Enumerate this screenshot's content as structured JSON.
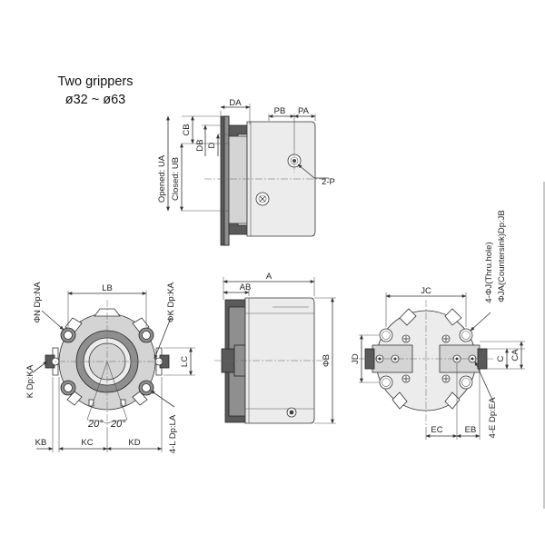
{
  "title": {
    "line1": "Two grippers",
    "line2": "ø32 ~ ø63"
  },
  "top_view": {
    "da": "DA",
    "pb": "PB",
    "pa": "PA",
    "cb": "CB",
    "db": "DB",
    "d": "D",
    "opened": "Opened: UA",
    "closed": "Closed: UB",
    "port": "2-P"
  },
  "left_view": {
    "lb": "LB",
    "n": "ΦN Dp:NA",
    "k_top": "ΦK Dp:KA",
    "k_left": "K Dp:KA",
    "lc": "LC",
    "angle1": "20°",
    "angle2": "20°",
    "l": "4-L Dp:LA",
    "kb": "KB",
    "kc": "KC",
    "kd": "KD"
  },
  "side_view": {
    "a": "A",
    "ab": "AB",
    "b": "ΦB"
  },
  "right_view": {
    "jc": "JC",
    "j": "4-ΦJ(Thru.hole)",
    "ja": "ΦJA(Countersink)Dp:JB",
    "jd": "JD",
    "c": "C",
    "ca": "CA",
    "ec": "EC",
    "eb": "EB",
    "e": "4-E Dp:EA"
  }
}
